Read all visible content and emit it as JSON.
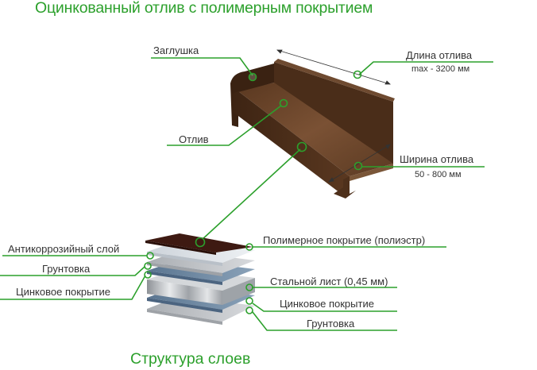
{
  "title": "Оцинкованный отлив с полимерным покрытием",
  "subtitle": "Структура слоев",
  "colors": {
    "accent_green": "#2ca02c",
    "label_text": "#333333",
    "product_brown": "#6b4325",
    "polymer_layer": "#3e1a12",
    "zinc_layer": "#6f8aa4",
    "primer_layer": "#c9cdd2",
    "steel_layer": "#b8bcc0"
  },
  "product_labels": {
    "cap": "Заглушка",
    "sill": "Отлив",
    "length": {
      "label": "Длина отлива",
      "value": "max - 3200 мм"
    },
    "width": {
      "label": "Ширина отлива",
      "value": "50 - 800 мм"
    }
  },
  "layers_left": [
    {
      "label": "Антикоррозийный слой"
    },
    {
      "label": "Грунтовка"
    },
    {
      "label": "Цинковое покрытие"
    }
  ],
  "layers_right": [
    {
      "label": "Полимерное покрытие (полиэстр)"
    },
    {
      "label": "Стальной лист (0,45 мм)"
    },
    {
      "label": "Цинковое покрытие"
    },
    {
      "label": "Грунтовка"
    }
  ]
}
